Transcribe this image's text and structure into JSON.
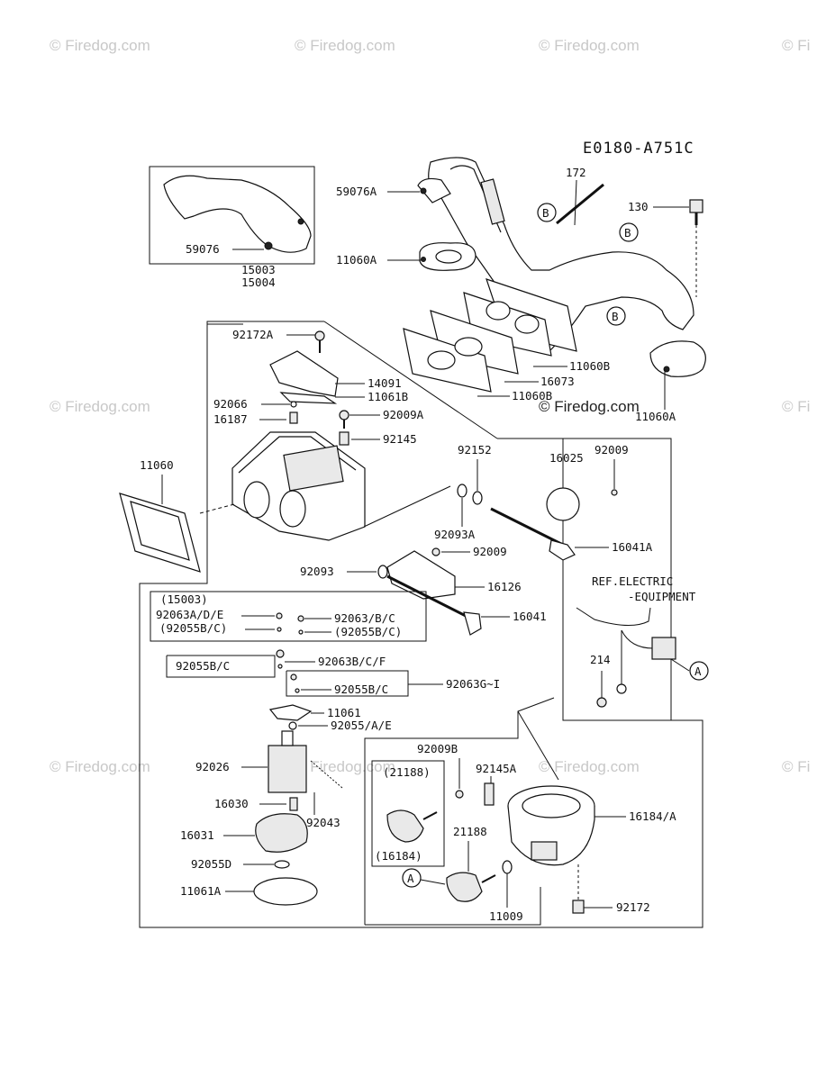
{
  "diagram": {
    "code": "E0180-A751C",
    "watermarks": [
      "© Firedog.com",
      "© Firedog.com",
      "© Firedog.com",
      "© Fi",
      "© Firedog.com",
      "© Firedog.com",
      "© Fi",
      "© Firedog.com",
      "© Firedog.com",
      "© Firedog.com",
      "© Fi"
    ],
    "labels": {
      "p59076": "59076",
      "p15003": "15003",
      "p15004": "15004",
      "p59076A": "59076A",
      "p11060A_left": "11060A",
      "p172": "172",
      "p130": "130",
      "p11060B_a": "11060B",
      "p16073": "16073",
      "p11060B_b": "11060B",
      "p11060A_right": "11060A",
      "p92172A": "92172A",
      "p14091": "14091",
      "p11061B": "11061B",
      "p92066": "92066",
      "p92009A": "92009A",
      "p16187": "16187",
      "p92145": "92145",
      "p92152": "92152",
      "p92009_top": "92009",
      "p16025": "16025",
      "p11060": "11060",
      "p92093A": "92093A",
      "p16041A": "16041A",
      "p92009_mid": "92009",
      "p92093": "92093",
      "p16126": "16126",
      "p16041": "16041",
      "ref_electric": "REF.ELECTRIC",
      "ref_equipment": "-EQUIPMENT",
      "p214": "214",
      "box_15003": "(15003)",
      "p92063ADE": "92063A/D/E",
      "p92063BC": "92063/B/C",
      "p92055BC_paren_left": "(92055B/C)",
      "p92055BC_paren_right": "(92055B/C)",
      "p92055BC_a": "92055B/C",
      "p92063BCF": "92063B/C/F",
      "p92055BC_b": "92055B/C",
      "p92063G_I": "92063G~I",
      "p11061": "11061",
      "p92055AE": "92055/A/E",
      "p92026": "92026",
      "p16030": "16030",
      "p92043": "92043",
      "p16031": "16031",
      "p92055D": "92055D",
      "p11061A": "11061A",
      "p92009B": "92009B",
      "p92145A": "92145A",
      "p21188_paren": "(21188)",
      "p16184_paren": "(16184)",
      "p21188": "21188",
      "p16184A": "16184/A",
      "p11009": "11009",
      "p92172": "92172"
    },
    "callouts": {
      "B": "B",
      "A": "A"
    }
  }
}
